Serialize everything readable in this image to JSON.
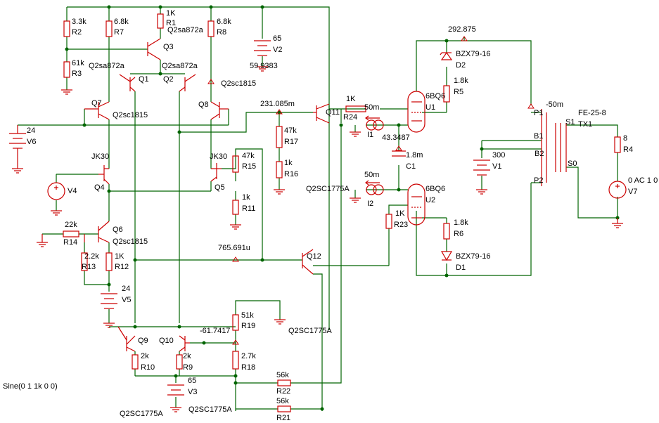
{
  "colors": {
    "wire": "#006400",
    "component": "#cc0000",
    "text": "#000000",
    "probe": "#cc0000"
  },
  "labels": {
    "r2_val": "3.3k",
    "r2": "R2",
    "r7_val": "6.8k",
    "r7": "R7",
    "r1_val": "1K",
    "r1": "R1",
    "q3_type": "Q2sa872a",
    "q3": "Q3",
    "r8_val": "6.8k",
    "r8": "R8",
    "v2_val": "65",
    "v2": "V2",
    "v2_probe": "59.9383",
    "r3_val": "61k",
    "r3": "R3",
    "q1_type": "Q2sa872a",
    "q1": "Q1",
    "q2_type": "Q2sa872a",
    "q2": "Q2",
    "q8_type": "Q2sc1815",
    "q8": "Q8",
    "q7": "Q7",
    "q7_type": "Q2sc1815",
    "v6_val": "24",
    "v6": "V6",
    "probe_q11": "231.085m",
    "r17_val": "47k",
    "r17": "R17",
    "r16_val": "1k",
    "r16": "R16",
    "q11": "Q11",
    "r24_val": "1K",
    "r24": "R24",
    "i1_val": "50m",
    "i1": "I1",
    "u1_type": "6BQ6",
    "u1": "U1",
    "probe_u1": "43.3487",
    "c1_val": "1.8m",
    "c1": "C1",
    "probe_top": "292.875",
    "d2_type": "BZX79-16",
    "d2": "D2",
    "r5_val": "1.8k",
    "r5": "R5",
    "probe_tx": "-50m",
    "tx1_type": "FE-25-8",
    "tx1": "TX1",
    "s1": "S1",
    "s0": "S0",
    "b1": "B1",
    "b2": "B2",
    "p1": "P1",
    "p2": "P2",
    "v1_val": "300",
    "v1": "V1",
    "r4_val": "8",
    "r4": "R4",
    "v7_val": "0 AC 1 0",
    "v7": "V7",
    "jk30_q4": "JK30",
    "q4": "Q4",
    "v4": "V4",
    "jk30_q5": "JK30",
    "q5": "Q5",
    "r15_val": "47k",
    "r15": "R15",
    "r11_val": "1k",
    "r11": "R11",
    "q12_type": "Q2SC1775A",
    "i2_val": "50m",
    "i2": "I2",
    "u2_type": "6BQ6",
    "u2": "U2",
    "r23_val": "1K",
    "r23": "R23",
    "r6_val": "1.8k",
    "r6": "R6",
    "r14_val": "22k",
    "r14": "R14",
    "q6": "Q6",
    "q6_type": "Q2sc1815",
    "probe_q12": "765.691u",
    "q12": "Q12",
    "r13_val": "2.2k",
    "r13": "R13",
    "r12_val": "1K",
    "r12": "R12",
    "d1_type": "BZX79-16",
    "d1": "D1",
    "v5_val": "24",
    "v5": "V5",
    "r19_val": "51k",
    "r19": "R19",
    "probe_r19": "-61.7417",
    "q9_type": "Q2SC1775A",
    "q9": "Q9",
    "q10": "Q10",
    "r10_val": "2k",
    "r10": "R10",
    "r9_val": "2k",
    "r9": "R9",
    "r18_val": "2.7k",
    "r18": "R18",
    "v3_val": "65",
    "v3": "V3",
    "r22_val": "56k",
    "r22": "R22",
    "r21_val": "56k",
    "r21": "R21",
    "sine_src": "Sine(0 1 1k 0 0)",
    "q_bottom_left": "Q2SC1775A",
    "q_bottom_mid": "Q2SC1775A"
  }
}
